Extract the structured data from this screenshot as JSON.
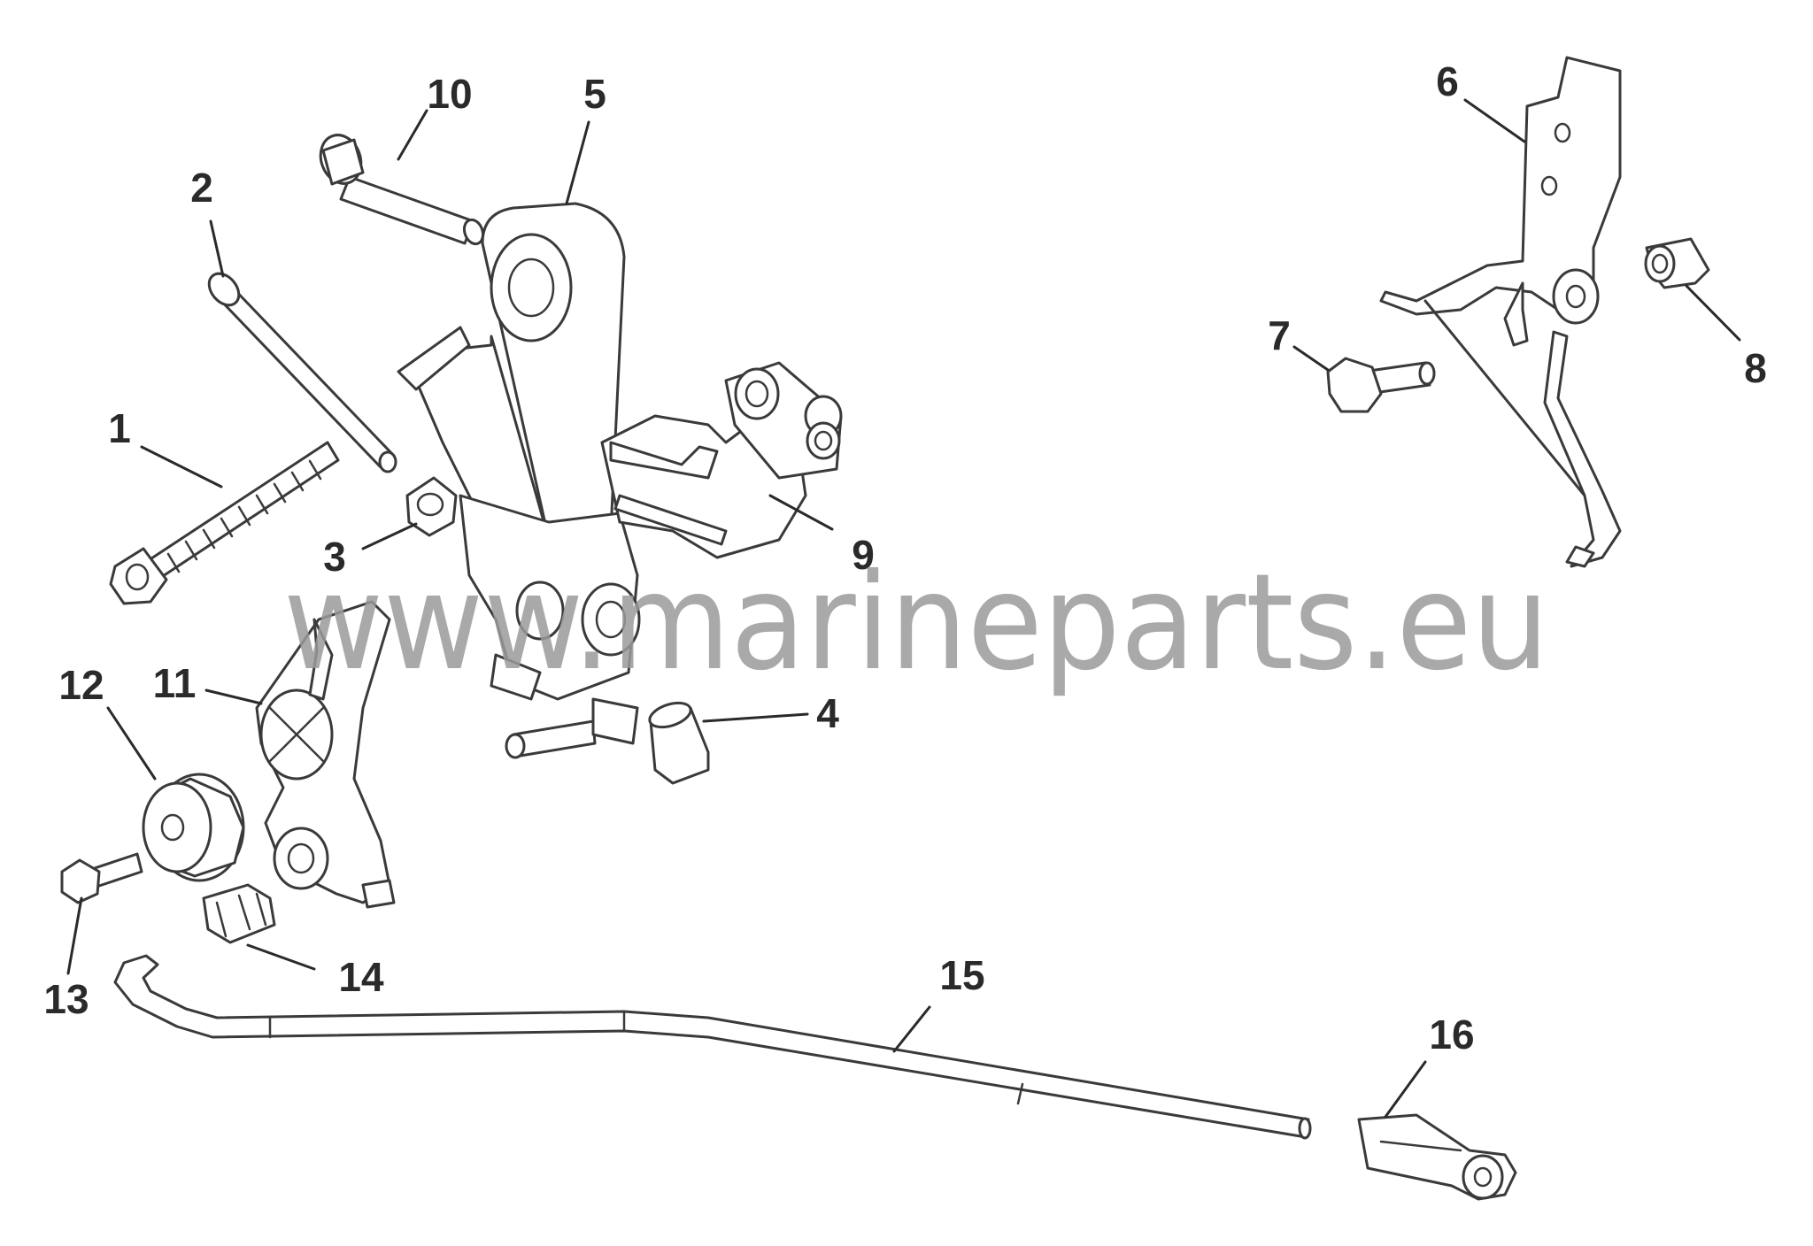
{
  "diagram": {
    "callouts": [
      "1",
      "2",
      "3",
      "4",
      "5",
      "6",
      "7",
      "8",
      "9",
      "10",
      "11",
      "12",
      "13",
      "14",
      "15",
      "16"
    ],
    "watermark": "www.marineparts.eu"
  }
}
